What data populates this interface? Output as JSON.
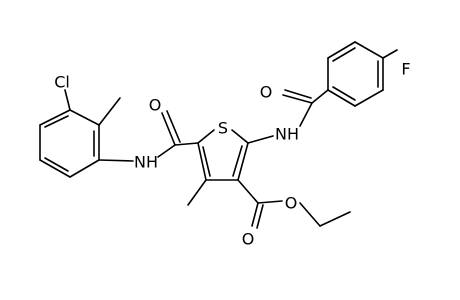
{
  "molecule": {
    "atoms": {
      "cl": "Cl",
      "s": "S",
      "f": "F",
      "nh_left": "NH",
      "nh_right": "NH",
      "o_amide_left": "O",
      "o_amide_right": "O",
      "o_ester_carbonyl": "O",
      "o_ester_ether": "O"
    }
  },
  "colors": {
    "bond": "#000000",
    "label": "#000000",
    "background": "#ffffff"
  }
}
